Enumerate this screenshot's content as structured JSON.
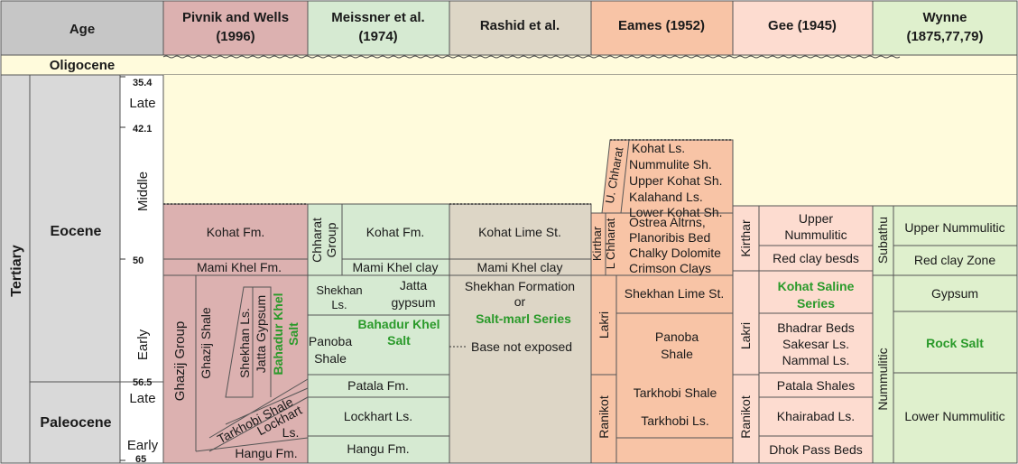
{
  "colors": {
    "oligocene": "#fffbdc",
    "age_header": "#c6c6c6",
    "age_column": "#d9d9d9",
    "pivnik": "#dcb1b0",
    "meissner": "#d6ead2",
    "rashid": "#ddd6c6",
    "eames": "#f8c4a6",
    "gee": "#fddcd0",
    "wynne": "#dff0cd",
    "green_text": "#2a9a2a"
  },
  "headers": {
    "age": "Age",
    "pivnik_1": "Pivnik and Wells",
    "pivnik_2": "(1996)",
    "meissner_1": "Meissner et al.",
    "meissner_2": "(1974)",
    "rashid": "Rashid et al.",
    "eames": "Eames (1952)",
    "gee": "Gee (1945)",
    "wynne_1": "Wynne",
    "wynne_2": "(1875,77,79)"
  },
  "age": {
    "oligocene": "Oligocene",
    "tertiary": "Tertiary",
    "eocene": "Eocene",
    "paleocene": "Paleocene",
    "late": "Late",
    "middle": "Middle",
    "early": "Early",
    "p_late": "Late",
    "p_early": "Early",
    "ticks": [
      "35.4",
      "42.1",
      "50",
      "56.5",
      "65"
    ]
  },
  "pivnik": {
    "kohat": "Kohat Fm.",
    "mami_khel": "Mami Khel Fm.",
    "ghazij_group": "Ghazij Group",
    "ghazij_shale": "Ghazij Shale",
    "shekhan": "Shekhan Ls.",
    "jatta": "Jatta Gypsum",
    "bahadur_1": "Bahadur Khel",
    "bahadur_2": "Salt",
    "tarkhobi": "Tarkhobi Shale",
    "lockhart_1": "Lockhart",
    "lockhart_2": "Ls.",
    "hangu": "Hangu Fm."
  },
  "meissner": {
    "chharat_1": "Chharat",
    "chharat_2": "Group",
    "kohat": "Kohat Fm.",
    "mami_khel": "Mami Khel clay",
    "shekhan_1": "Shekhan",
    "shekhan_2": "Ls.",
    "jatta_1": "Jatta",
    "jatta_2": "gypsum",
    "bahadur_1": "Bahadur Khel",
    "bahadur_2": "Salt",
    "panoba_1": "Panoba",
    "panoba_2": "Shale",
    "patala": "Patala Fm.",
    "lockhart": "Lockhart Ls.",
    "hangu": "Hangu Fm."
  },
  "rashid": {
    "kohat": "Kohat Lime St.",
    "mami_khel": "Mami Khel clay",
    "shekhan_1": "Shekhan Formation",
    "shekhan_2": "or",
    "salt_marl": "Salt-marl Series",
    "base": "Base not exposed"
  },
  "eames": {
    "u_chharat": "U. Chharat",
    "kirthar_1": "Kirthar",
    "kirthar_2": "L Chharat",
    "lakri": "Lakri",
    "ranikot": "Ranikot",
    "upper_list": [
      "Kohat Ls.",
      "Nummulite Sh.",
      "Upper Kohat Sh.",
      "Kalahand Ls.",
      "Lower Kohat Sh."
    ],
    "lower_list": [
      "Ostrea Altrns,",
      "Planoribis Bed",
      "Chalky Dolomite",
      "Crimson Clays"
    ],
    "shekhan": "Shekhan Lime St.",
    "panoba_1": "Panoba",
    "panoba_2": "Shale",
    "tarkhobi_1": "Tarkhobi Shale",
    "tarkhobi_2": "Tarkhobi Ls."
  },
  "gee": {
    "kirthar": "Kirthar",
    "lakri": "Lakri",
    "ranikot": "Ranikot",
    "upper_1": "Upper",
    "upper_2": "Nummulitic",
    "red_clay": "Red clay besds",
    "kohat_1": "Kohat Saline",
    "kohat_2": "Series",
    "bhadrar": "Bhadrar Beds",
    "sakesar": "Sakesar Ls.",
    "nammal": "Nammal Ls.",
    "patala": "Patala Shales",
    "khairabad": "Khairabad Ls.",
    "dhok": "Dhok Pass Beds"
  },
  "wynne": {
    "subathu": "Subathu",
    "nummulitic": "Nummulitic",
    "upper": "Upper Nummulitic",
    "red_clay": "Red clay Zone",
    "gypsum": "Gypsum",
    "rock_salt": "Rock Salt",
    "lower": "Lower Nummulitic"
  }
}
